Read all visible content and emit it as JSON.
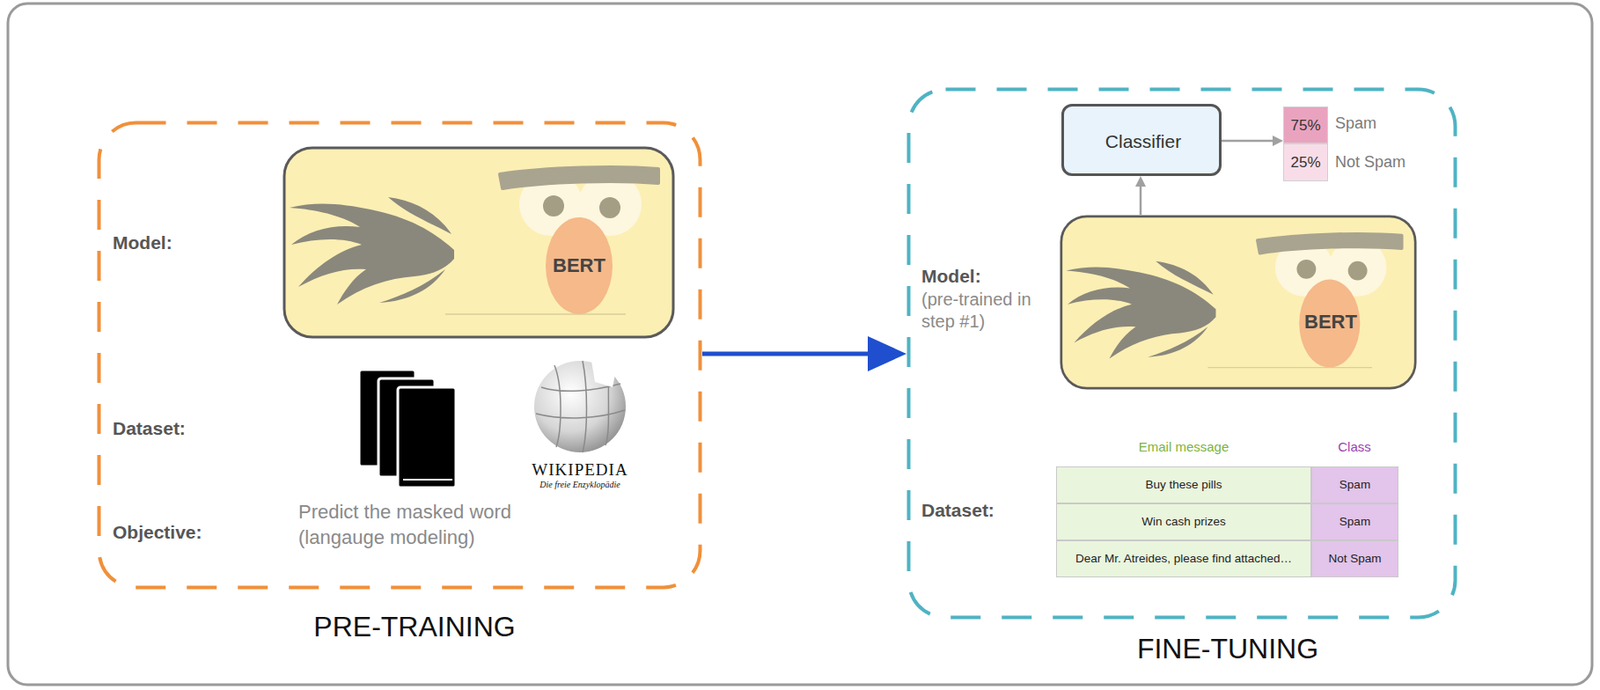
{
  "diagram": {
    "nodes": [
      {
        "text": [
          "Model:",
          "Dataset:",
          "Objective:",
          "Predict the masked word (langauge modeling)",
          "PRE-TRAINING"
        ]
      },
      {
        "text": [
          "BERT"
        ],
        "in": 0
      },
      {
        "text": [
          "Model:",
          "(pre-trained in step #1)",
          "Dataset:",
          "FINE-TUNING"
        ]
      },
      {
        "text": [
          "Classifier"
        ],
        "in": 2
      },
      {
        "text": [
          "BERT"
        ],
        "in": 2
      },
      {
        "text": [
          "75%"
        ],
        "in": 2
      },
      {
        "text": [
          "25%"
        ],
        "in": 2
      }
    ],
    "edges": [
      {
        "from": 0,
        "to": 2,
        "arrow": "to"
      },
      {
        "from": 4,
        "to": 3,
        "arrow": "to"
      },
      {
        "from": 3,
        "to": 5,
        "arrow": "to"
      }
    ],
    "labels": [
      "Spam",
      "Not Spam",
      "Email message",
      "Class",
      "Buy these pills",
      "Spam",
      "Win cash prizes",
      "Spam",
      "Dear Mr. Atreides, please find attached…",
      "Not Spam",
      "WIKIPEDIA",
      "Die freie Enzyklopädie"
    ]
  }
}
